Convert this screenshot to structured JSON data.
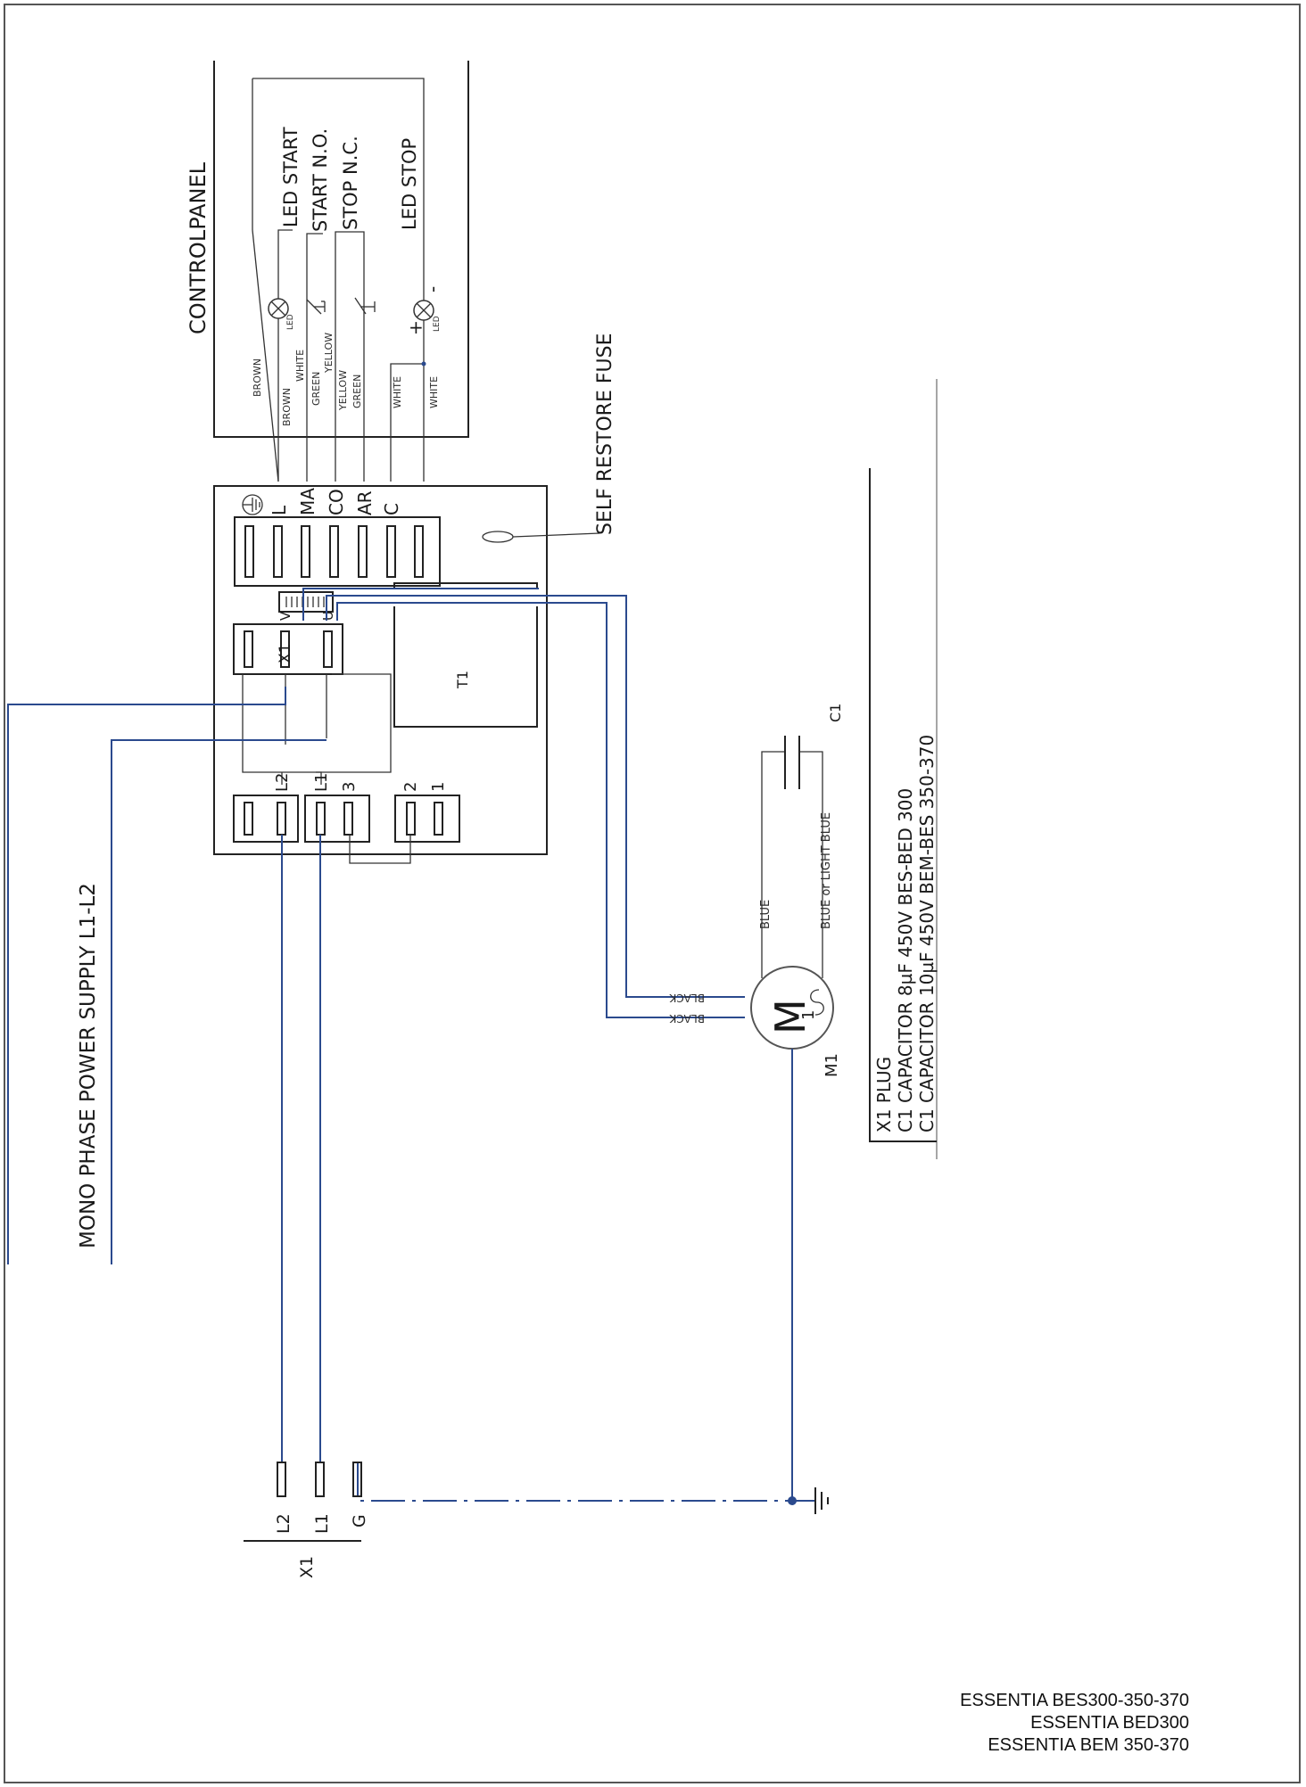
{
  "control_panel": {
    "title": "CONTROLPANEL",
    "labels": [
      "LED START",
      "START N.O.",
      "STOP N.C.",
      "LED STOP"
    ],
    "led_start_text": "LED",
    "led_stop_text": "LED",
    "plus": "+",
    "minus": "-",
    "wire_labels": {
      "brown_outer": "BROWN",
      "brown": "BROWN",
      "white_1": "WHITE",
      "green_1": "GREEN",
      "yellow_1": "YELLOW",
      "yellow_2": "YELLOW",
      "green_2": "GREEN",
      "white_c": "WHITE",
      "white_2": "WHITE"
    }
  },
  "terminal_block": {
    "labels": [
      "L",
      "MA",
      "CO",
      "AR",
      "C"
    ]
  },
  "fuse_label": "SELF RESTORE FUSE",
  "x1_plug": {
    "label": "X1",
    "pins": [
      "V",
      "U"
    ]
  },
  "transformer": "T1",
  "power_terminals": [
    "L2",
    "L1",
    "3",
    "2",
    "1"
  ],
  "supply_label": "MONO PHASE POWER SUPPLY L1-L2",
  "plug": {
    "label": "X1",
    "pins": [
      "L2",
      "L1",
      "G"
    ]
  },
  "motor": {
    "symbol": "M",
    "phase": "1",
    "name": "M1",
    "wires": [
      "BLACK",
      "BLACK"
    ]
  },
  "capacitor": {
    "name": "C1",
    "wires": [
      "BLUE",
      "BLUE or LIGHT BLUE"
    ]
  },
  "legend": [
    "X1 PLUG",
    "C1 CAPACITOR 8µF 450V BES-BED 300",
    "C1 CAPACITOR 10µF 450V BEM-BES 350-370"
  ],
  "models": [
    "ESSENTIA BES300-350-370",
    "ESSENTIA BED300",
    "ESSENTIA BEM 350-370"
  ]
}
